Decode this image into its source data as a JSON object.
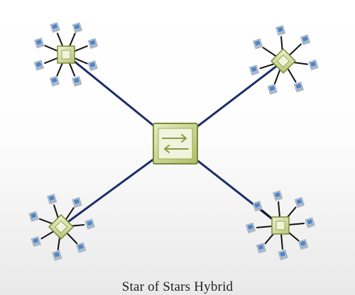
{
  "caption": "Star of Stars Hybrid",
  "colors": {
    "backbone_link": "#1c2e68",
    "spoke_link": "#111111",
    "hub_fill": "#d6dea6",
    "hub_stroke": "#7b8b3a",
    "hub_inner": "#f1f4dc",
    "switch_arrows": "#8a9b45",
    "computer_screen": "#4f86c6",
    "computer_body": "#c9d4df"
  },
  "icons": {
    "core": "central-switch-icon",
    "hub": "hub-icon",
    "node": "computer-icon"
  },
  "diagram": {
    "central_switch": {
      "name": "central-switch"
    },
    "stars": [
      {
        "name": "star-top-left",
        "computers": 8
      },
      {
        "name": "star-top-right",
        "computers": 7
      },
      {
        "name": "star-bottom-left",
        "computers": 7
      },
      {
        "name": "star-bottom-right",
        "computers": 8
      }
    ]
  }
}
